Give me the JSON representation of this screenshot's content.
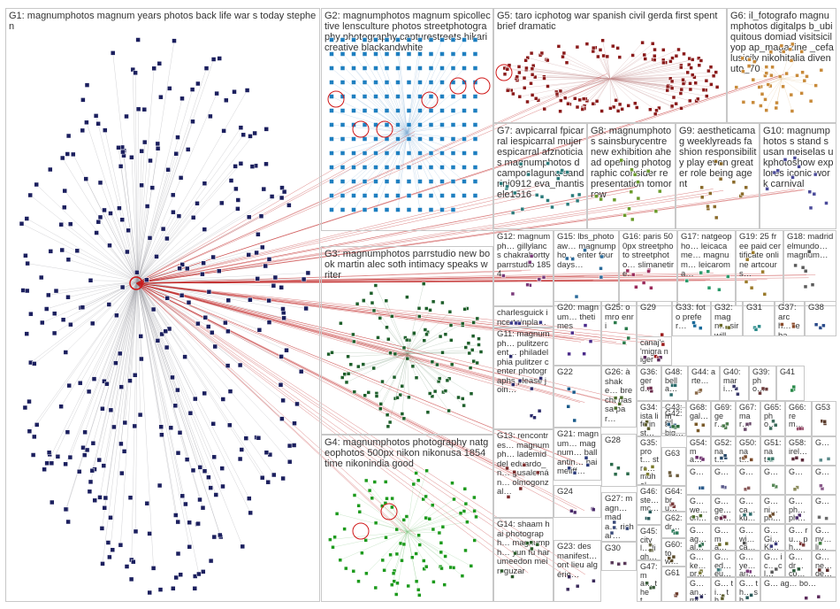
{
  "groups": [
    {
      "id": "G1",
      "label": "G1: magnumphotos magnum years photos back life war s today stephen",
      "color": "#1b1f5e",
      "n": 340,
      "edge": "#9a9aa0"
    },
    {
      "id": "G2",
      "label": "G2: magnumphotos magnum spicollective lensculture photos streetphotography photography capturestreets hikaricreative blackandwhite",
      "color": "#1e7fc0",
      "n": 180,
      "edge": "#8ab4d8"
    },
    {
      "id": "G3",
      "label": "G3: magnumphotos parrstudio new book martin alec soth intimacy speaks writer",
      "color": "#1d5e2a",
      "n": 110,
      "edge": "#8aa88f"
    },
    {
      "id": "G4",
      "label": "G4: magnumphotos photography natgeophotos 500px nikon nikonusa 1854 time nikonindia good",
      "color": "#1c9a1c",
      "n": 90,
      "edge": "#88c888"
    },
    {
      "id": "G5",
      "label": "G5: taro icphotog war spanish civil gerda first spent brief dramatic",
      "color": "#8a1a1a",
      "n": 160,
      "edge": "#c08a8a"
    },
    {
      "id": "G6",
      "label": "G6: il_fotografo magnumphotos digitalps b_ubiquitous domiad visitsicilyop ap_magazine _cefalusicily nikohitalia divenuto_70",
      "color": "#c88a3a",
      "n": 45,
      "edge": "#e0c090"
    },
    {
      "id": "G7",
      "label": "G7: avpicarral fpicarral iespicarral mujerespicarral afznoticias magnumphotos dcamposlaguna sandrini0912 eva_mantis ele1516",
      "color": "#2a7a7a",
      "n": 22
    },
    {
      "id": "G8",
      "label": "G8: magnumphotos sainsburycentre new exhibition ahead opening photographic consider representation tomorrow",
      "color": "#6a9a2a",
      "n": 15
    },
    {
      "id": "G9",
      "label": "G9: aestheticamag weeklyreads fashion responsibility play even greater role being agent",
      "color": "#8a6a2a",
      "n": 14
    },
    {
      "id": "G10",
      "label": "G10: magnumphotos s stand susan meiselas ukphotoshow explores iconic work carnival",
      "color": "#4a4a9a",
      "n": 12
    },
    {
      "id": "G12",
      "label": "G12: magnumph… gillylancs chakrabortty parrstudio 1854",
      "color": "#7a3a7a",
      "n": 8
    },
    {
      "id": "G15",
      "label": "G15: lbs_photoaw… magnumpho… enter four days…",
      "color": "#2a6a9a",
      "n": 7
    },
    {
      "id": "G16",
      "label": "G16: paris 500px streetphoto streetphoto… slimanetire…",
      "color": "#9a2a5a",
      "n": 7
    },
    {
      "id": "G17",
      "label": "G17: natgeopho… leicacame… magnum… leicaroma…",
      "color": "#2a9a6a",
      "n": 6
    },
    {
      "id": "G19",
      "label": "G19: 25 free paid certificate online artcours…",
      "color": "#9a7a2a",
      "n": 6
    },
    {
      "id": "G18",
      "label": "G18: madrid elmundo… magnum…",
      "color": "#5a5a5a",
      "n": 6
    },
    {
      "id": "G_chq",
      "label": "charlesguick incertainpla…",
      "color": "#3a3a8a",
      "n": 5
    },
    {
      "id": "G11",
      "label": "G11: magnumph… pulitzercent… philadelphia pulitzer center photographs please join…",
      "color": "#2a2a6a",
      "n": 8
    },
    {
      "id": "G13",
      "label": "G13: rencontres… magnumph… lademiddel eduardo_n… gusalemán… olmogonzal…",
      "color": "#7a2a2a",
      "n": 6
    },
    {
      "id": "G14",
      "label": "G14: shaam hai photograph… magnumph… yun fu har umeedon mein guzar",
      "color": "#2a5a2a",
      "n": 7
    },
    {
      "id": "G20",
      "label": "G20: magnum… thetimes",
      "color": "#4a2a8a",
      "n": 5
    },
    {
      "id": "G25",
      "label": "G25: omro enri",
      "color": "#2a7a4a",
      "n": 4
    },
    {
      "id": "G29",
      "label": "G29",
      "color": "#9a1a1a",
      "n": 4
    },
    {
      "id": "G33",
      "label": "G33: foto prefer…",
      "color": "#1a6a9a",
      "n": 3
    },
    {
      "id": "G32",
      "label": "G32: magn… sirwill…",
      "color": "#6a6a2a",
      "n": 3
    },
    {
      "id": "G31",
      "label": "G31",
      "color": "#2a8a8a",
      "n": 3
    },
    {
      "id": "G37",
      "label": "G37: arch… leba…",
      "color": "#8a4a2a",
      "n": 3
    },
    {
      "id": "G38",
      "label": "G38",
      "color": "#2a4a8a",
      "n": 3
    },
    {
      "id": "G_canaj",
      "label": "canaj's 'migra niger'",
      "color": "#5a2a5a",
      "n": 3
    },
    {
      "id": "G22",
      "label": "G22",
      "color": "#1a5a8a",
      "n": 4
    },
    {
      "id": "G26",
      "label": "G26: à shake… brecht passa par…",
      "color": "#4a6a2a",
      "n": 4
    },
    {
      "id": "G36",
      "label": "G36: gerd…",
      "color": "#6a2a4a",
      "n": 3
    },
    {
      "id": "G48",
      "label": "G48: bella…",
      "color": "#2a6a6a",
      "n": 3
    },
    {
      "id": "G44",
      "label": "G44: arte…",
      "color": "#8a6a4a",
      "n": 3
    },
    {
      "id": "G40",
      "label": "G40: mari…",
      "color": "#3a3a6a",
      "n": 3
    },
    {
      "id": "G39",
      "label": "G39: pho…",
      "color": "#6a3a3a",
      "n": 3
    },
    {
      "id": "G41",
      "label": "G41",
      "color": "#2a8a4a",
      "n": 3
    },
    {
      "id": "G34",
      "label": "G34: ista life inst…",
      "color": "#5a5a2a",
      "n": 3
    },
    {
      "id": "G43",
      "label": "G43: ma… big…",
      "color": "#2a5a7a",
      "n": 3
    },
    {
      "id": "G68",
      "label": "G68: gal…",
      "color": "#7a5a2a",
      "n": 3
    },
    {
      "id": "G69",
      "label": "G69: ger…",
      "color": "#4a7a4a",
      "n": 3
    },
    {
      "id": "G67",
      "label": "G67: mar…",
      "color": "#6a4a6a",
      "n": 3
    },
    {
      "id": "G65",
      "label": "G65: pho…",
      "color": "#3a6a5a",
      "n": 3
    },
    {
      "id": "G66",
      "label": "G66: rem…",
      "color": "#8a3a5a",
      "n": 3
    },
    {
      "id": "G53",
      "label": "G53",
      "color": "#5a3a2a",
      "n": 3
    },
    {
      "id": "G21",
      "label": "G21: magnum… magnum… ballantin… haimeliff…",
      "color": "#2a3a7a",
      "n": 4
    },
    {
      "id": "G35",
      "label": "G35: prot… stre… muhal…",
      "color": "#7a7a2a",
      "n": 3
    },
    {
      "id": "G42",
      "label": "G42: oil",
      "color": "#2a6a3a",
      "n": 3
    },
    {
      "id": "G54",
      "label": "G54: ma…",
      "color": "#6a2a6a",
      "n": 3
    },
    {
      "id": "G52",
      "label": "G52: nat…",
      "color": "#2a4a6a",
      "n": 3
    },
    {
      "id": "G50",
      "label": "G50: nat…",
      "color": "#7a4a2a",
      "n": 3
    },
    {
      "id": "G51",
      "label": "G51: nat…",
      "color": "#3a7a6a",
      "n": 3
    },
    {
      "id": "G58",
      "label": "G58: irel…",
      "color": "#5a2a3a",
      "n": 3
    },
    {
      "id": "G28",
      "label": "G28",
      "color": "#2a6a4a",
      "n": 4
    },
    {
      "id": "G63",
      "label": "G63",
      "color": "#6a5a3a",
      "n": 3
    },
    {
      "id": "G24",
      "label": "G24",
      "color": "#4a2a6a",
      "n": 4
    },
    {
      "id": "G46",
      "label": "G46: ste… mc…",
      "color": "#2a5a5a",
      "n": 3
    },
    {
      "id": "G64",
      "label": "G64: bru…",
      "color": "#7a3a3a",
      "n": 3
    },
    {
      "id": "G27",
      "label": "G27: magn… mada… richar…",
      "color": "#3a4a7a",
      "n": 4
    },
    {
      "id": "G45",
      "label": "G45: cityl… ligh…",
      "color": "#6a6a4a",
      "n": 3
    },
    {
      "id": "G62",
      "label": "G62: dr…",
      "color": "#2a7a5a",
      "n": 3
    },
    {
      "id": "G60",
      "label": "G60: tow…",
      "color": "#5a4a2a",
      "n": 3
    },
    {
      "id": "G23",
      "label": "G23: des manifest… ont lieu algérie…",
      "color": "#3a2a5a",
      "n": 4
    },
    {
      "id": "G30",
      "label": "G30",
      "color": "#5a3a5a",
      "n": 3
    },
    {
      "id": "G47",
      "label": "G47: ma… thet…",
      "color": "#3a5a3a",
      "n": 3
    },
    {
      "id": "G61",
      "label": "G61",
      "color": "#6a3a2a",
      "n": 3
    },
    {
      "id": "Gs1",
      "label": "G…",
      "color": "#2a5a8a",
      "n": 2
    },
    {
      "id": "Gs2",
      "label": "G…",
      "color": "#5a5a8a",
      "n": 2
    },
    {
      "id": "Gs3",
      "label": "G…",
      "color": "#8a5a5a",
      "n": 2
    },
    {
      "id": "Gs4",
      "label": "G…",
      "color": "#5a8a5a",
      "n": 2
    },
    {
      "id": "Gs5",
      "label": "G…",
      "color": "#8a8a5a",
      "n": 2
    },
    {
      "id": "Gs6",
      "label": "G…",
      "color": "#5a8a8a",
      "n": 2
    },
    {
      "id": "Gs7",
      "label": "G…",
      "color": "#8a5a8a",
      "n": 2
    },
    {
      "id": "Gs8",
      "label": "G…",
      "color": "#6a6a6a",
      "n": 2
    },
    {
      "id": "Gs9",
      "label": "G… pe… wi…",
      "color": "#2a4a6a",
      "n": 2
    },
    {
      "id": "Gs10",
      "label": "G… we… on…",
      "color": "#4a6a2a",
      "n": 2
    },
    {
      "id": "Gs11",
      "label": "G… ge… ed…",
      "color": "#6a2a4a",
      "n": 2
    },
    {
      "id": "Gs12",
      "label": "G… ca… ku…",
      "color": "#2a6a6a",
      "n": 2
    },
    {
      "id": "Gs13",
      "label": "G… ni… ph…",
      "color": "#6a4a2a",
      "n": 2
    },
    {
      "id": "Gs14",
      "label": "G… ph… ph…",
      "color": "#4a2a6a",
      "n": 2
    },
    {
      "id": "Gs15",
      "label": "G… ag… al…",
      "color": "#2a6a4a",
      "n": 2
    },
    {
      "id": "Gs16",
      "label": "G… ma… ma…",
      "color": "#6a6a2a",
      "n": 2
    },
    {
      "id": "Gs17",
      "label": "G… wi… ca…",
      "color": "#4a4a4a",
      "n": 2
    },
    {
      "id": "Gs18",
      "label": "G… Gi… Ki…",
      "color": "#3a3a7a",
      "n": 2
    },
    {
      "id": "Gs19",
      "label": "G… ru… ph…",
      "color": "#7a3a3a",
      "n": 2
    },
    {
      "id": "Gs20",
      "label": "G… ny… li…",
      "color": "#3a7a3a",
      "n": 2
    },
    {
      "id": "Gs21",
      "label": "G… ke… pr…",
      "color": "#7a7a3a",
      "n": 2
    },
    {
      "id": "Gs22",
      "label": "G… ed… eu…",
      "color": "#3a7a7a",
      "n": 2
    },
    {
      "id": "Gs23",
      "label": "G… ye… an…",
      "color": "#7a3a7a",
      "n": 2
    },
    {
      "id": "Gs24",
      "label": "G… ic… cl…",
      "color": "#5a5a5a",
      "n": 2
    },
    {
      "id": "Gs25",
      "label": "G… dr… co…",
      "color": "#2a5a3a",
      "n": 2
    },
    {
      "id": "Gs26",
      "label": "G… ne… ge…",
      "color": "#5a2a2a",
      "n": 2
    },
    {
      "id": "Gs27",
      "label": "G… an… mi…",
      "color": "#2a2a5a",
      "n": 2
    },
    {
      "id": "Gs28",
      "label": "G… ti… th…",
      "color": "#5a5a2a",
      "n": 2
    },
    {
      "id": "Gs29",
      "label": "G… th… sh…",
      "color": "#2a5a5a",
      "n": 2
    },
    {
      "id": "Gs30",
      "label": "G… ag… bo…",
      "color": "#5a2a5a",
      "n": 2
    }
  ]
}
